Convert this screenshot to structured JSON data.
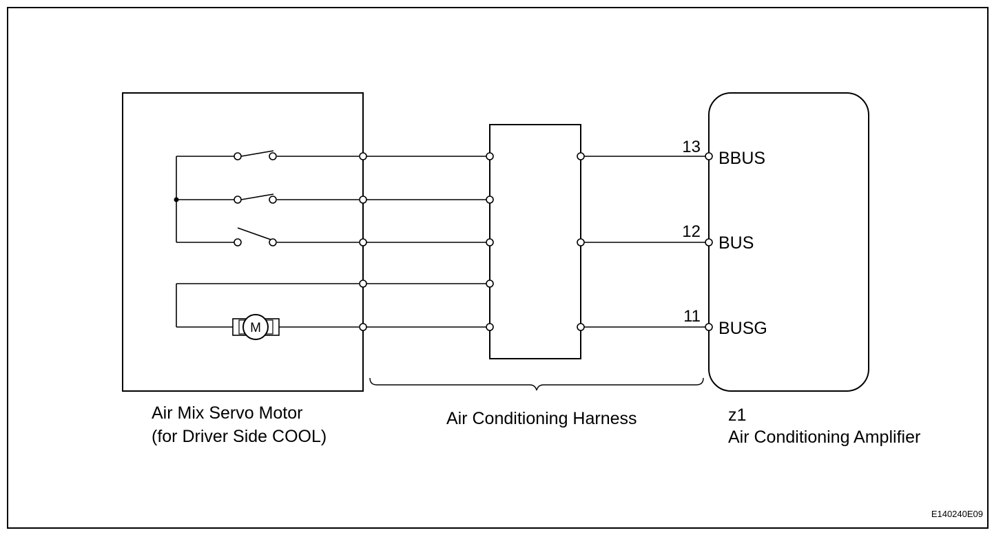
{
  "components": {
    "servo": {
      "line1": "Air Mix Servo Motor",
      "line2": "(for Driver Side COOL)",
      "motor_symbol": "M"
    },
    "harness": {
      "label": "Air Conditioning Harness"
    },
    "amplifier": {
      "connector": "z1",
      "label": "Air Conditioning Amplifier",
      "terminals": [
        {
          "pin": "13",
          "name": "BBUS"
        },
        {
          "pin": "12",
          "name": "BUS"
        },
        {
          "pin": "11",
          "name": "BUSG"
        }
      ]
    }
  },
  "figure_code": "E140240E09",
  "colors": {
    "line": "#000000",
    "background": "#ffffff"
  }
}
